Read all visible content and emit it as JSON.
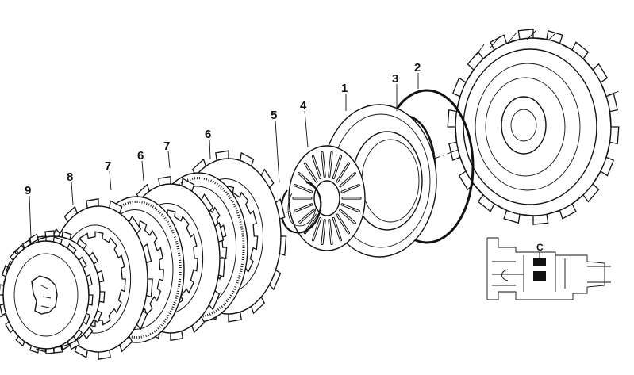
{
  "diagram": {
    "parts": [
      {
        "id": "part-1",
        "label": "1"
      },
      {
        "id": "part-2",
        "label": "2"
      },
      {
        "id": "part-3",
        "label": "3"
      },
      {
        "id": "part-4",
        "label": "4"
      },
      {
        "id": "part-5",
        "label": "5"
      },
      {
        "id": "part-6a",
        "label": "6"
      },
      {
        "id": "part-7a",
        "label": "7"
      },
      {
        "id": "part-6b",
        "label": "6"
      },
      {
        "id": "part-7b",
        "label": "7"
      },
      {
        "id": "part-8",
        "label": "8"
      },
      {
        "id": "part-9",
        "label": "9"
      }
    ],
    "inset": {
      "label": "C"
    }
  }
}
